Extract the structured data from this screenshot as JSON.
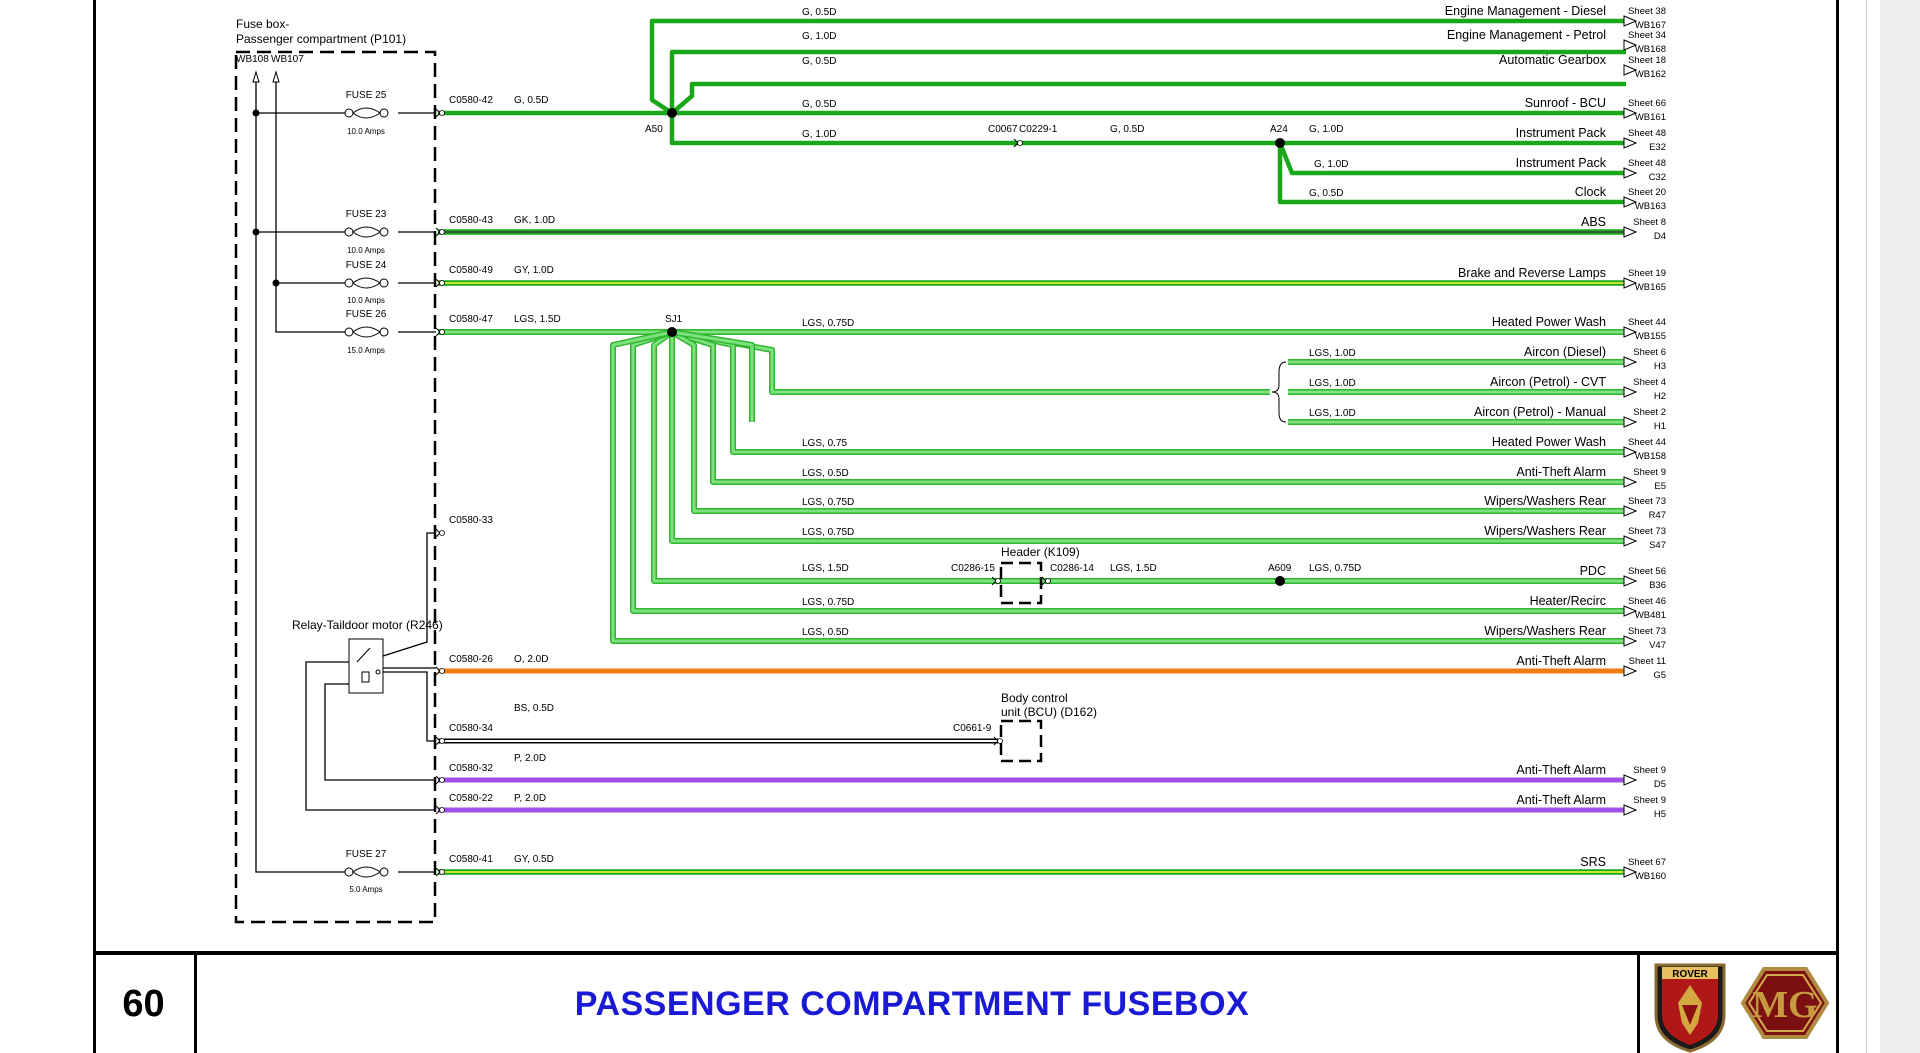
{
  "page": {
    "number": "60",
    "title": "PASSENGER COMPARTMENT FUSEBOX"
  },
  "fusebox": {
    "label_line1": "Fuse box-",
    "label_line2": "Passenger compartment (P101)",
    "feed_labels": [
      "WB108",
      "WB107"
    ]
  },
  "fuses": [
    {
      "name": "FUSE 25",
      "rating": "10.0 Amps",
      "connector": "C0580-42"
    },
    {
      "name": "FUSE 23",
      "rating": "10.0 Amps",
      "connector": "C0580-43"
    },
    {
      "name": "FUSE 24",
      "rating": "10.0 Amps",
      "connector": "C0580-49"
    },
    {
      "name": "FUSE 26",
      "rating": "15.0 Amps",
      "connector": "C0580-47"
    },
    {
      "name": "FUSE 27",
      "rating": "5.0 Amps",
      "connector": "C0580-41"
    }
  ],
  "relay": {
    "label": "Relay-Taildoor motor (R246)"
  },
  "connectors": {
    "c33": "C0580-33",
    "c26": "C0580-26",
    "c34": "C0580-34",
    "c32": "C0580-32",
    "c22": "C0580-22",
    "c0067": "C0067",
    "c0229": "C0229-1",
    "c0286_15": "C0286-15",
    "c0286_14": "C0286-14",
    "c0661": "C0661-9"
  },
  "splices": {
    "a50": "A50",
    "a24": "A24",
    "sj1": "SJ1",
    "a609": "A609"
  },
  "modules": {
    "header_label": "Header (K109)",
    "bcu_line1": "Body control",
    "bcu_line2": "unit (BCU) (D162)"
  },
  "wire_specs": {
    "w42": "G, 0.5D",
    "w43": "GK, 1.0D",
    "w49": "GY, 1.0D",
    "w47": "LGS, 1.5D",
    "w26": "O, 2.0D",
    "w34": "BS, 0.5D",
    "w32": "P, 2.0D",
    "w22": "P, 2.0D",
    "w41": "GY, 0.5D",
    "ip_mid": "G, 0.5D",
    "ip_right": "G, 1.0D",
    "pdc_left": "LGS, 1.5D",
    "pdc_mid": "LGS, 1.5D",
    "pdc_right": "LGS, 0.75D"
  },
  "destinations": [
    {
      "spec": "G, 0.5D",
      "label": "Engine Management - Diesel",
      "sheet": "Sheet 38",
      "ref": "WB167"
    },
    {
      "spec": "G, 1.0D",
      "label": "Engine Management - Petrol",
      "sheet": "Sheet 34",
      "ref": "WB168"
    },
    {
      "spec": "G, 0.5D",
      "label": "Automatic Gearbox",
      "sheet": "Sheet 18",
      "ref": "WB162"
    },
    {
      "spec": "G, 0.5D",
      "label": "Sunroof - BCU",
      "sheet": "Sheet 66",
      "ref": "WB161"
    },
    {
      "spec": "G, 1.0D",
      "label": "Instrument Pack",
      "sheet": "Sheet 48",
      "ref": "E32"
    },
    {
      "spec": "G, 1.0D",
      "label": "Instrument Pack",
      "sheet": "Sheet 48",
      "ref": "C32"
    },
    {
      "spec": "G, 0.5D",
      "label": "Clock",
      "sheet": "Sheet 20",
      "ref": "WB163"
    },
    {
      "spec": "",
      "label": "ABS",
      "sheet": "Sheet 8",
      "ref": "D4"
    },
    {
      "spec": "",
      "label": "Brake and Reverse Lamps",
      "sheet": "Sheet 19",
      "ref": "WB165"
    },
    {
      "spec": "LGS, 0.75D",
      "label": "Heated Power Wash",
      "sheet": "Sheet 44",
      "ref": "WB155"
    },
    {
      "spec": "LGS, 1.0D",
      "label": "Aircon (Diesel)",
      "sheet": "Sheet 6",
      "ref": "H3"
    },
    {
      "spec": "LGS, 1.0D",
      "label": "Aircon (Petrol) - CVT",
      "sheet": "Sheet 4",
      "ref": "H2"
    },
    {
      "spec": "LGS, 1.0D",
      "label": "Aircon (Petrol) - Manual",
      "sheet": "Sheet 2",
      "ref": "H1"
    },
    {
      "spec": "LGS, 0.75",
      "label": "Heated Power Wash",
      "sheet": "Sheet 44",
      "ref": "WB158"
    },
    {
      "spec": "LGS, 0.5D",
      "label": "Anti-Theft Alarm",
      "sheet": "Sheet 9",
      "ref": "E5"
    },
    {
      "spec": "LGS, 0.75D",
      "label": "Wipers/Washers Rear",
      "sheet": "Sheet 73",
      "ref": "R47"
    },
    {
      "spec": "LGS, 0.75D",
      "label": "Wipers/Washers Rear",
      "sheet": "Sheet 73",
      "ref": "S47"
    },
    {
      "spec": "",
      "label": "PDC",
      "sheet": "Sheet 56",
      "ref": "B36"
    },
    {
      "spec": "LGS, 0.75D",
      "label": "Heater/Recirc",
      "sheet": "Sheet 46",
      "ref": "WB481"
    },
    {
      "spec": "LGS, 0.5D",
      "label": "Wipers/Washers Rear",
      "sheet": "Sheet 73",
      "ref": "V47"
    },
    {
      "spec": "",
      "label": "Anti-Theft Alarm",
      "sheet": "Sheet 11",
      "ref": "G5"
    },
    {
      "spec": "",
      "label": "Anti-Theft Alarm",
      "sheet": "Sheet 9",
      "ref": "D5"
    },
    {
      "spec": "",
      "label": "Anti-Theft Alarm",
      "sheet": "Sheet 9",
      "ref": "H5"
    },
    {
      "spec": "",
      "label": "SRS",
      "sheet": "Sheet 67",
      "ref": "WB160"
    }
  ],
  "logos": {
    "rover_text": "ROVER",
    "mg_text": "MG"
  },
  "colors": {
    "green": "#18a818",
    "light_green_fill": "#7fe07f",
    "light_green_edge": "#2fb82f",
    "orange": "#f07c10",
    "purple": "#a050e8",
    "title_blue": "#1a1ad4",
    "yellow_green": "#c8e830"
  }
}
